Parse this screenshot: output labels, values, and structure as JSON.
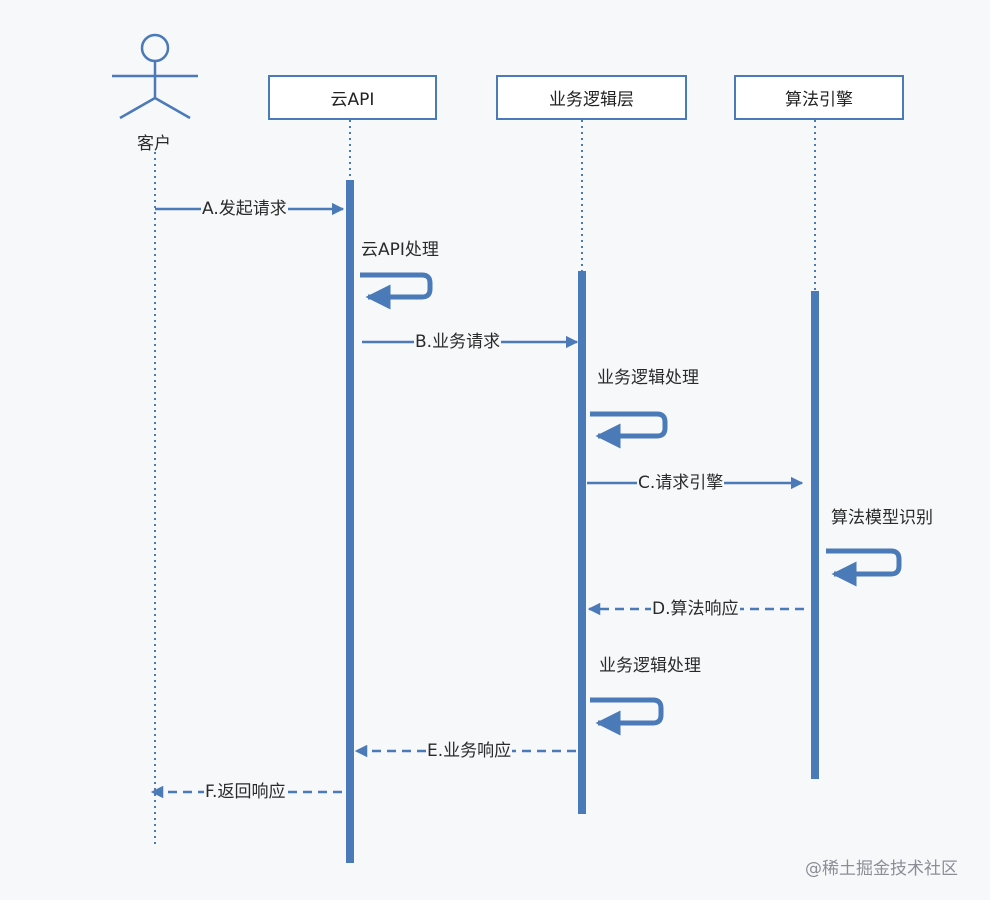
{
  "participants": {
    "client": "客户",
    "cloud_api": "云API",
    "business": "业务逻辑层",
    "engine": "算法引擎"
  },
  "messages": {
    "a": "A.发起请求",
    "b": "B.业务请求",
    "c": "C.请求引擎",
    "d": "D.算法响应",
    "e": "E.业务响应",
    "f": "F.返回响应"
  },
  "self_calls": {
    "cloud_api": "云API处理",
    "business_1": "业务逻辑处理",
    "engine": "算法模型识别",
    "business_2": "业务逻辑处理"
  },
  "watermark": "@稀土掘金技术社区",
  "colors": {
    "line": "#4a7ab8",
    "box_border": "#4a7ab8",
    "background": "#f7f8fa"
  }
}
